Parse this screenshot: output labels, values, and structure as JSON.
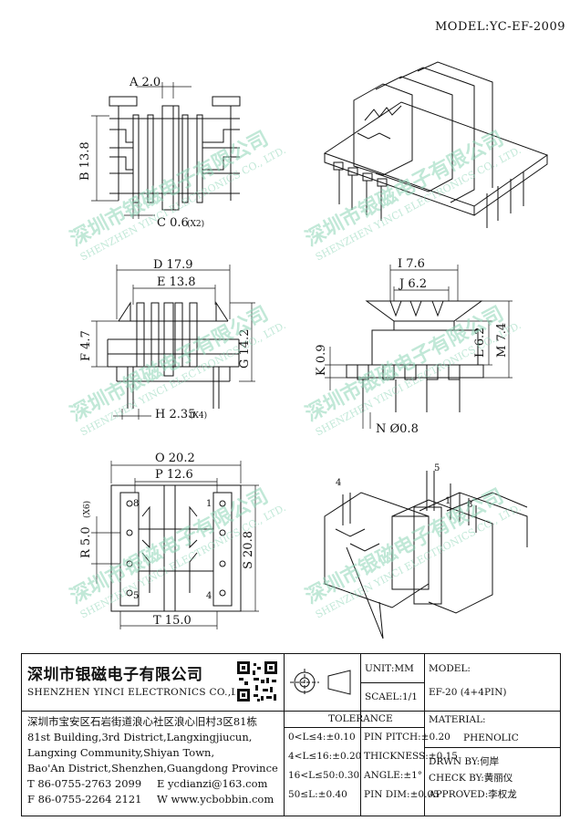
{
  "model_label": "MODEL:YC-EF-2009",
  "dims": {
    "A": "A 2.0",
    "B": "B 13.8",
    "C": "C 0.6",
    "C_note": "(X2)",
    "D": "D 17.9",
    "E": "E 13.8",
    "F": "F 4.7",
    "G": "G 14.2",
    "H": "H 2.35",
    "H_note": "(X4)",
    "I": "I 7.6",
    "J": "J 6.2",
    "K": "K 0.9",
    "L": "L 6.2",
    "M": "M 7.4",
    "N": "N Ø0.8",
    "O": "O 20.2",
    "P": "P 12.6",
    "R": "R 5.0",
    "R_note": "(X6)",
    "S": "S 20.8",
    "T": "T 15.0"
  },
  "pin_numbers": {
    "bottom_top_left": "8",
    "bottom_bottom_left": "5",
    "bottom_top_right": "1",
    "bottom_bottom_right": "4",
    "iso_4": "4",
    "iso_5": "5",
    "iso_1": "1",
    "iso_8": "8"
  },
  "watermark": {
    "cn": "深圳市银磁电子有限公司",
    "en": "SHENZHEN YINCI ELECTRONICS CO., LTD."
  },
  "title_block": {
    "company_cn": "深圳市银磁电子有限公司",
    "company_en": "SHENZHEN YINCI ELECTRONICS CO.,LTD.",
    "unit": "UNIT:MM",
    "scale": "SCAEL:1/1",
    "model_label": "MODEL:",
    "model_value": "EF-20 (4+4PIN)",
    "address_cn": "深圳市宝安区石岩街道浪心社区浪心旧村3区81栋",
    "address_en": [
      "81st Building,3rd District,Langxingjiucun,",
      "Langxing Community,Shiyan Town,",
      "Bao'An District,Shenzhen,Guangdong Province"
    ],
    "tel": "T 86-0755-2763 2099",
    "email": "E ycdianzi@163.com",
    "fax": "F 86-0755-2264 2121",
    "web": "W www.ycbobbin.com",
    "tolerance_title": "TOLERANCE",
    "tolerances": [
      "0<L≤4:±0.10",
      "4<L≤16:±0.20",
      "16<L≤50:0.30",
      "50≤L:±0.40"
    ],
    "pin_tol": [
      "PIN PITCH:±0.20",
      "THICKNESS:±0.15",
      "ANGLE:±1°",
      "PIN DIM:±0.05"
    ],
    "material_label": "MATERIAL:",
    "material": "PHENOLIC",
    "drawn": "DRWN BY:何岸",
    "check": "CHECK BY:黄丽仪",
    "approved": "APPROVED:李权龙"
  }
}
